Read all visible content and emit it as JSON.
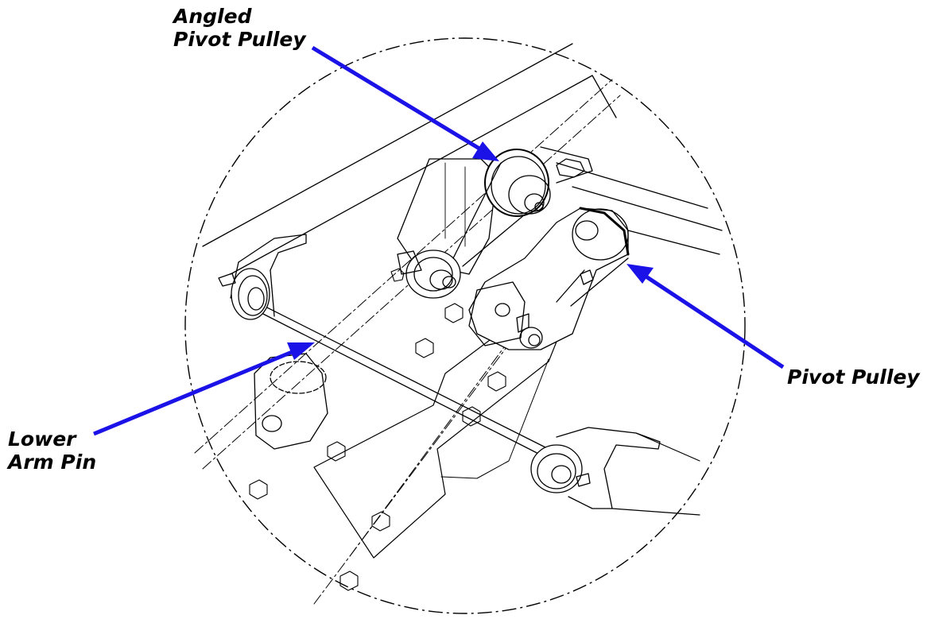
{
  "callouts": {
    "angled_pivot_pulley": {
      "line1": "Angled",
      "line2": "Pivot Pulley"
    },
    "pivot_pulley": {
      "line1": "Pivot Pulley"
    },
    "lower_arm_pin": {
      "line1": "Lower",
      "line2": "Arm Pin"
    }
  },
  "colors": {
    "arrow": "#1a12e6",
    "linework": "#000000",
    "background": "#ffffff"
  }
}
